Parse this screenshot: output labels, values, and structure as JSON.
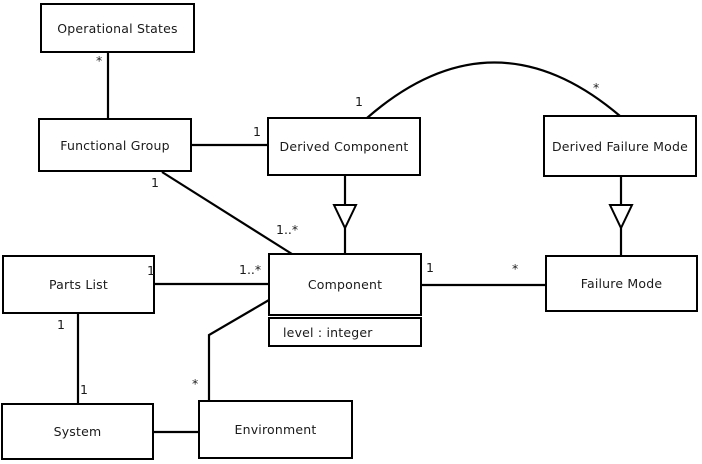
{
  "nodes": {
    "operational_states": {
      "label": "Operational States"
    },
    "functional_group": {
      "label": "Functional Group"
    },
    "derived_component": {
      "label": "Derived Component"
    },
    "derived_failure_mode": {
      "label": "Derived Failure Mode"
    },
    "parts_list": {
      "label": "Parts List"
    },
    "component": {
      "label": "Component",
      "attribute": "level : integer"
    },
    "failure_mode": {
      "label": "Failure Mode"
    },
    "system": {
      "label": "System"
    },
    "environment": {
      "label": "Environment"
    }
  },
  "labels": {
    "os_fg_star": "*",
    "fg_dc_one": "1",
    "fg_comp_one": "1",
    "fg_comp_many": "1..*",
    "dc_arc_one": "1",
    "dfm_arc_star": "*",
    "pl_comp_one": "1",
    "pl_comp_many": "1..*",
    "pl_sys_one": "1",
    "sys_pl_one": "1",
    "comp_fm_one": "1",
    "comp_fm_star": "*",
    "env_comp_star": "*"
  },
  "colors": {
    "line": "#000000",
    "box_fill": "#ffffff",
    "background": "#ffffff",
    "text": "#1a1a1a"
  }
}
